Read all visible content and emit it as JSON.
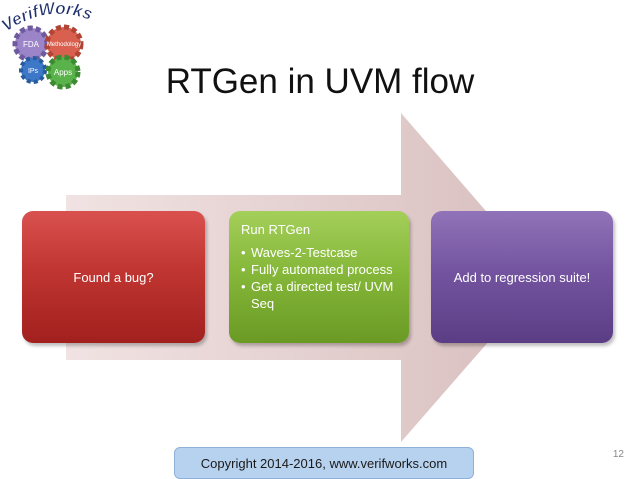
{
  "logo": {
    "brand_text": "VerifWorks",
    "gears": [
      {
        "label": "FDA",
        "color": "#9b84c8"
      },
      {
        "label": "Methodology",
        "color": "#d9604e"
      },
      {
        "label": "IPs",
        "color": "#3d78c8"
      },
      {
        "label": "Apps",
        "color": "#59b24a"
      }
    ]
  },
  "slide": {
    "title": "RTGen in UVM flow",
    "page_number": "12",
    "copyright": "Copyright 2014-2016, www.verifworks.com"
  },
  "flow": {
    "step1": {
      "label": "Found a bug?",
      "color": "#c03531"
    },
    "step2": {
      "heading": "Run RTGen",
      "bullets": [
        "Waves-2-Testcase",
        "Fully automated process",
        "Get a directed test/ UVM Seq"
      ],
      "color": "#86b83a"
    },
    "step3": {
      "label": "Add to regression suite!",
      "color": "#7454a0"
    }
  },
  "colors": {
    "arrow": "#dcc4c4",
    "copyright_bg": "#b7d2ee"
  }
}
